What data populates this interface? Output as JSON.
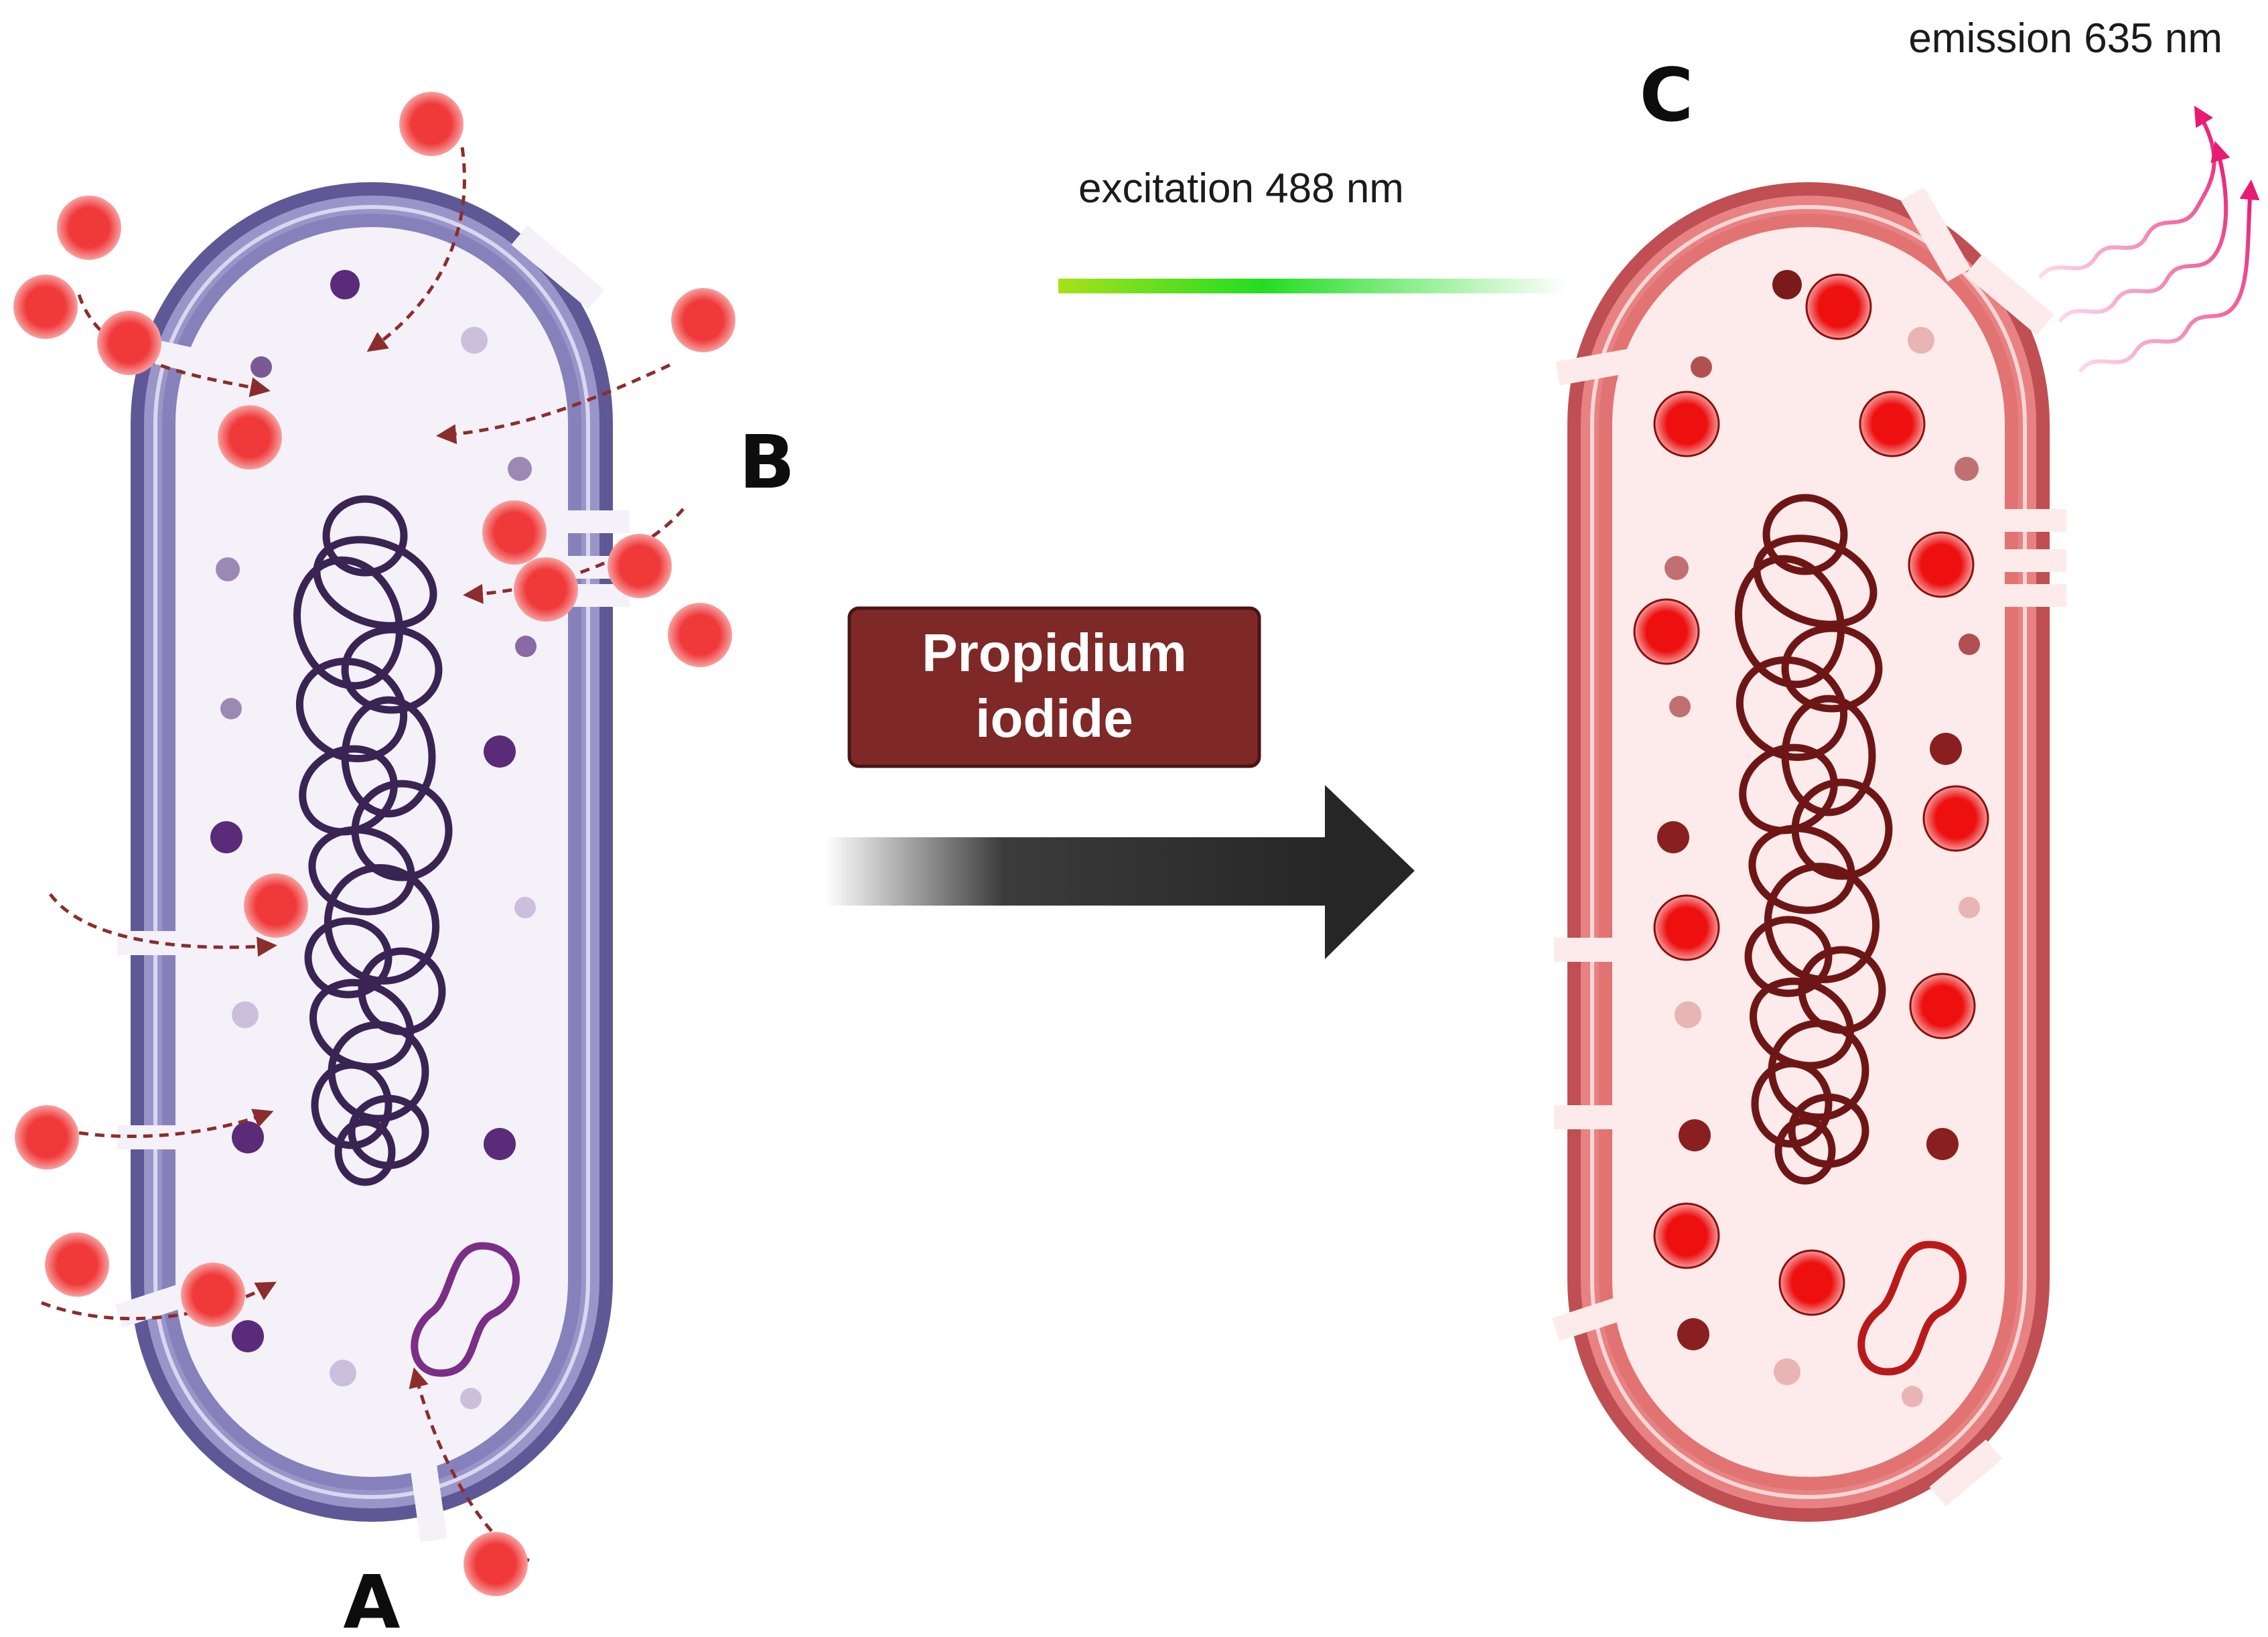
{
  "labels": {
    "a": "A",
    "b": "B",
    "c": "C",
    "excitation": "excitation 488 nm",
    "emission": "emission 635 nm",
    "reagent_line1": "Propidium",
    "reagent_line2": "iodide"
  },
  "colors": {
    "live_cell_wall": "#5e5896",
    "live_cell_inner": "#8f8abf",
    "live_cytoplasm": "#f4f1f8",
    "live_dna": "#3a2454",
    "live_plasmid": "#7a2e86",
    "dead_cell_wall": "#bf4f52",
    "dead_cell_inner": "#e47b7b",
    "dead_cytoplasm": "#fdebeb",
    "dead_dna": "#6e1616",
    "dead_plasmid": "#b81a1a",
    "dye": "#f23b3b",
    "dye_bound": "#ee1111",
    "arrow_dashed": "#8b2d2d",
    "reagent_box": "#7e2828",
    "process_arrow": "#262626",
    "excitation_beam": "#33e11a",
    "emission_waves": "#e81a72"
  },
  "icons": {
    "dye_molecule": "red-circle",
    "entry_arrow": "dashed-curved-arrow",
    "process_arrow": "thick-right-arrow",
    "emission_wave": "wavy-arrow"
  }
}
